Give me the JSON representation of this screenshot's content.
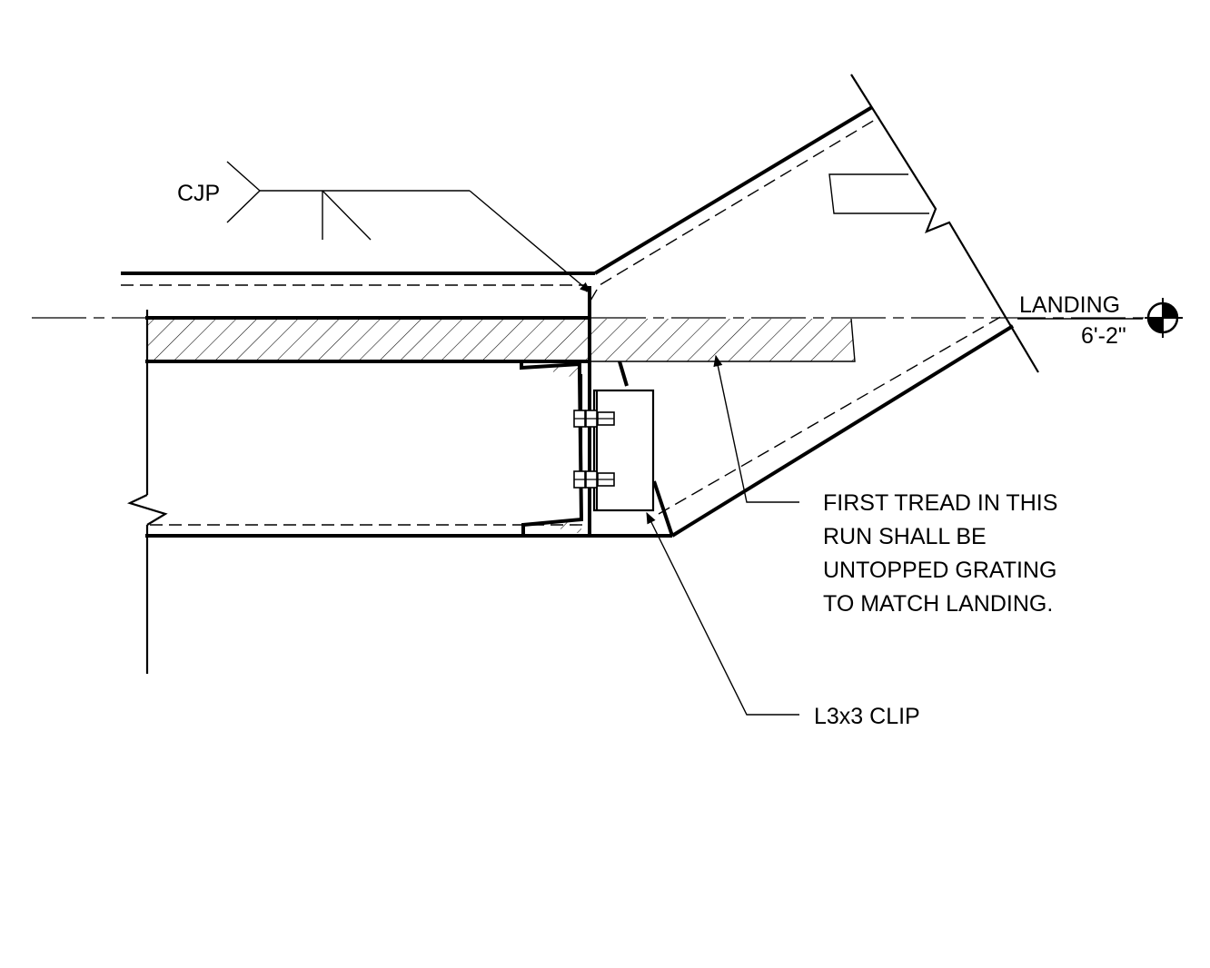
{
  "weld_symbol": {
    "label": "CJP"
  },
  "elevation_marker": {
    "title": "LANDING",
    "value": "6'-2\""
  },
  "notes": {
    "first_tread": [
      "FIRST TREAD IN THIS",
      "RUN SHALL BE",
      "UNTOPPED GRATING",
      "TO MATCH LANDING."
    ],
    "clip": "L3x3 CLIP"
  }
}
